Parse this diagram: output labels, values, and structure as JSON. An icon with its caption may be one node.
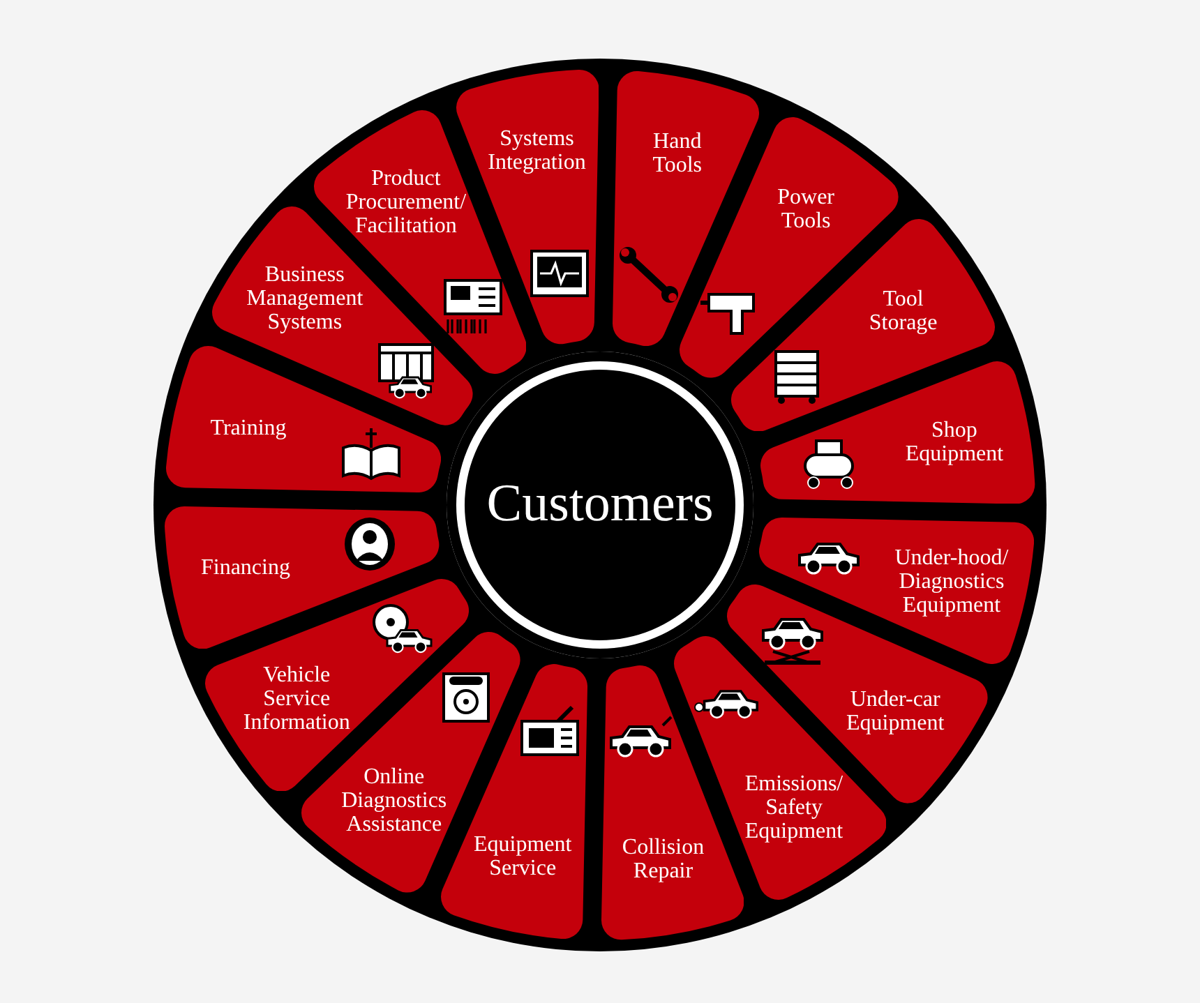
{
  "diagram": {
    "nodes": [
      {
        "text": [
          "Customers"
        ]
      },
      {
        "text": [
          "Hand Tools"
        ]
      },
      {
        "text": [
          "Power Tools"
        ]
      },
      {
        "text": [
          "Tool Storage"
        ]
      },
      {
        "text": [
          "Shop Equipment"
        ]
      },
      {
        "text": [
          "Under-hood/ Diagnostics Equipment"
        ]
      },
      {
        "text": [
          "Under-car Equipment"
        ]
      },
      {
        "text": [
          "Emissions/ Safety Equipment"
        ]
      },
      {
        "text": [
          "Collision Repair"
        ]
      },
      {
        "text": [
          "Equipment Service"
        ]
      },
      {
        "text": [
          "Online Diagnostics Assistance"
        ]
      },
      {
        "text": [
          "Vehicle Service Information"
        ]
      },
      {
        "text": [
          "Financing"
        ]
      },
      {
        "text": [
          "Training"
        ]
      },
      {
        "text": [
          "Business Management Systems"
        ]
      },
      {
        "text": [
          "Product Procurement/ Facilitation"
        ]
      },
      {
        "text": [
          "Systems Integration"
        ]
      }
    ]
  }
}
